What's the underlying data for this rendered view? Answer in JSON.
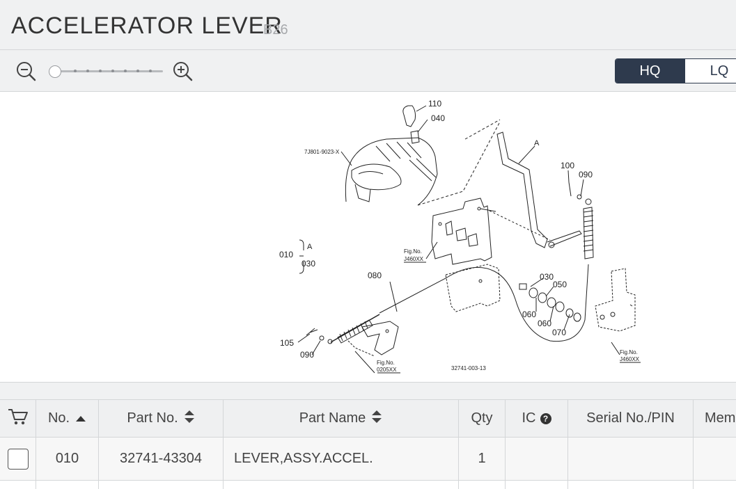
{
  "header": {
    "title": "ACCELERATOR LEVER",
    "subtitle": "B26"
  },
  "toolbar": {
    "zoom_out_icon": "zoom-out-icon",
    "zoom_in_icon": "zoom-in-icon",
    "zoom_level": 0,
    "quality": {
      "hq_label": "HQ",
      "lq_label": "LQ",
      "selected": "HQ"
    },
    "colors": {
      "accent": "#2e3a4d"
    }
  },
  "diagram": {
    "callouts": [
      "110",
      "040",
      "7J801-9023-X",
      "A",
      "100",
      "090",
      "010",
      "A",
      "030",
      "Fig.No.",
      "J460XX",
      "080",
      "030",
      "050",
      "060",
      "060",
      "070",
      "105",
      "090",
      "Fig.No.",
      "0205XX",
      "32741-003-13",
      "Fig.No.",
      "J460XX"
    ]
  },
  "table": {
    "headers": {
      "cart_icon": "cart-icon",
      "no": "No.",
      "part_no": "Part No.",
      "part_name": "Part Name",
      "qty": "Qty",
      "ic": "IC",
      "serial": "Serial No./PIN",
      "memo": "Mem"
    },
    "rows": [
      {
        "no": "010",
        "part_no": "32741-43304",
        "part_name": "LEVER,ASSY.ACCEL.",
        "qty": "1",
        "ic": "",
        "serial": "",
        "memo": ""
      }
    ]
  }
}
